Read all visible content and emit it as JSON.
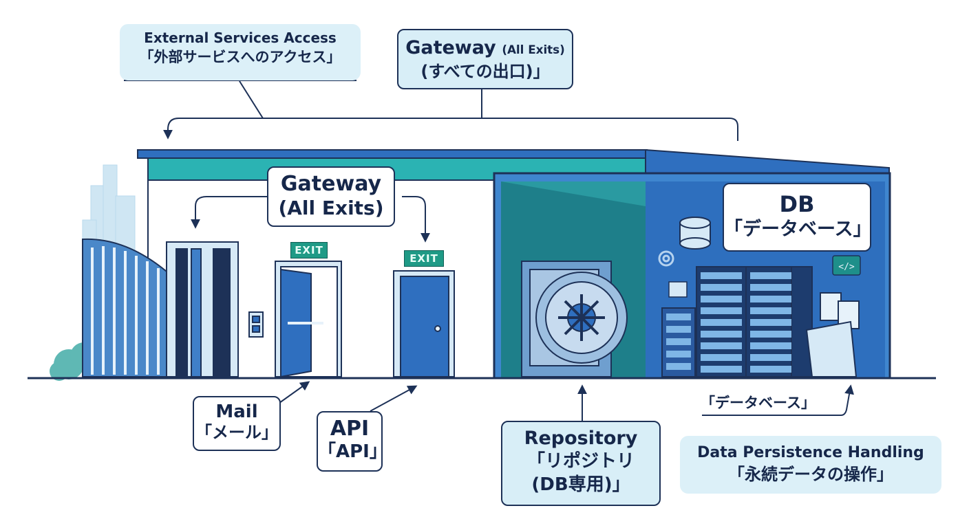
{
  "callouts": {
    "external_access": {
      "en": "External Services Access",
      "ja": "「外部サービスへのアクセス」"
    },
    "gateway_top": {
      "en": "Gateway",
      "en_small": "(All Exits)",
      "ja": "(すべての出口)」"
    },
    "gateway_mid": {
      "line1": "Gateway",
      "line2": "(All Exits)"
    },
    "db": {
      "line1": "DB",
      "line2": "「データベース」"
    },
    "mail": {
      "line1": "Mail",
      "line2": "「メール」"
    },
    "api": {
      "line1": "API",
      "line2": "「API」"
    },
    "repository": {
      "line1": "Repository",
      "line2": "「リポジトリ",
      "line3": "(DB専用)」"
    },
    "database_label": "「データベース」",
    "persistence": {
      "en": "Data Persistence Handling",
      "ja": "「永続データの操作」"
    }
  },
  "signs": {
    "exit_1": "EXIT",
    "exit_2": "EXIT"
  },
  "colors": {
    "navy": "#1d3157",
    "teal": "#2bb3b3",
    "blue": "#2f6fbf",
    "light_blue": "#d8eef7",
    "exit_green": "#1f9a86"
  },
  "icons": [
    "gate-icon",
    "door-icon",
    "vault-icon",
    "server-rack-icon",
    "database-icon",
    "gear-icon",
    "code-icon",
    "document-icon"
  ]
}
